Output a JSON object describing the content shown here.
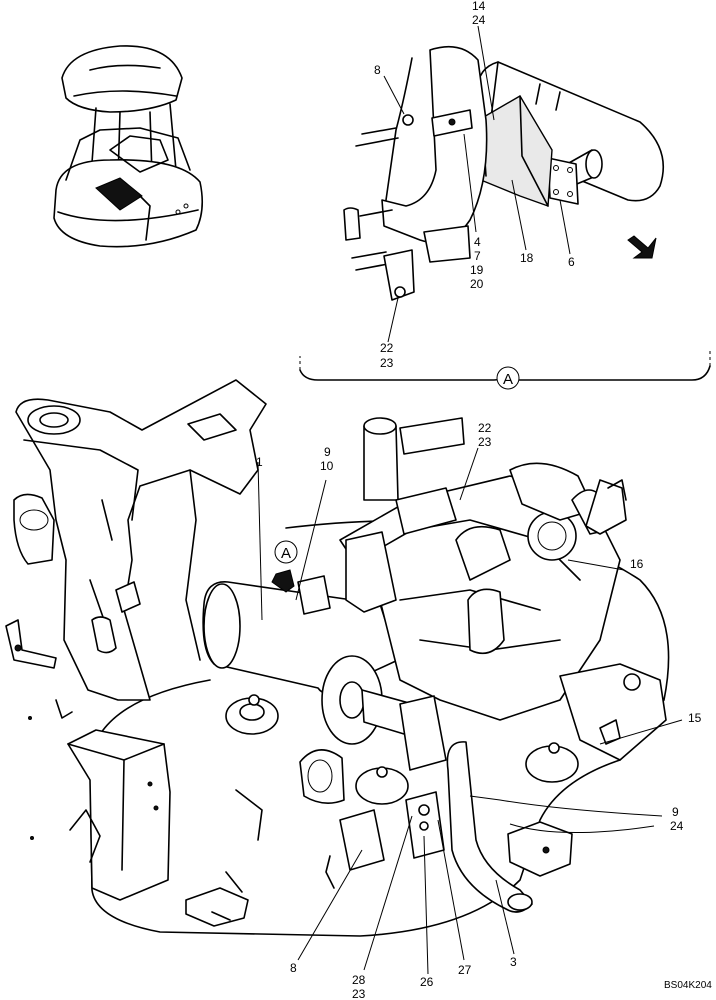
{
  "diagram": {
    "callouts": {
      "c14": "14",
      "c24a": "24",
      "c8a": "8",
      "c4": "4",
      "c7": "7",
      "c19": "19",
      "c20": "20",
      "c18": "18",
      "c6": "6",
      "c22a": "22",
      "c23a": "23",
      "c22b": "22",
      "c23b": "23",
      "c9a": "9",
      "c10": "10",
      "c1": "1",
      "c16": "16",
      "c15": "15",
      "c9b": "9",
      "c24b": "24",
      "c8b": "8",
      "c28": "28",
      "c23c": "23",
      "c26": "26",
      "c27": "27",
      "c3": "3"
    },
    "view_marker": "A",
    "view_marker_2": "A",
    "drawing_code": "BS04K204"
  }
}
